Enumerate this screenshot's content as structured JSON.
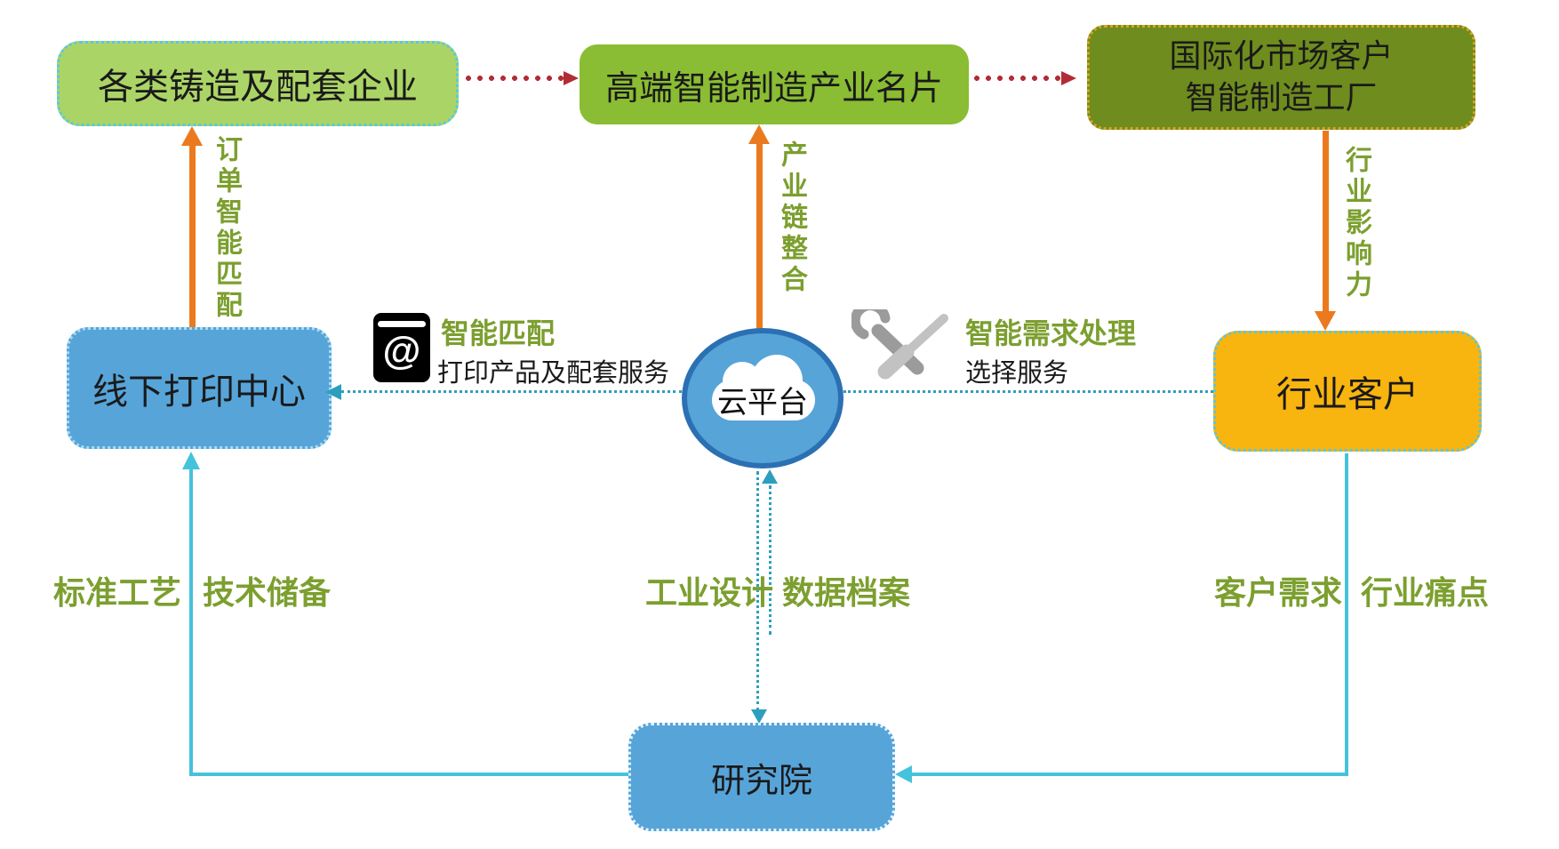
{
  "nodes": {
    "casting": "各类铸造及配套企业",
    "industry_card": "高端智能制造产业名片",
    "international": {
      "line1": "国际化市场客户",
      "line2": "智能制造工厂"
    },
    "print_center": "线下打印中心",
    "cloud_platform": "云平台",
    "industry_customer": "行业客户",
    "institute": "研究院"
  },
  "flow_labels": {
    "order_smart_match": "订单智能匹配",
    "industry_chain_integration": "产业链整合",
    "industry_influence": "行业影响力",
    "standard_craft": "标准工艺",
    "tech_reserve": "技术储备",
    "industrial_design": "工业设计",
    "data_archive": "数据档案",
    "customer_demand": "客户需求",
    "industry_pain_point": "行业痛点"
  },
  "annotations": {
    "smart_match": {
      "icon": "at-email-icon",
      "title": "智能匹配",
      "desc": "打印产品及配套服务",
      "at_glyph": "@"
    },
    "smart_demand": {
      "icon": "tools-icon",
      "title": "智能需求处理",
      "desc": "选择服务"
    }
  },
  "colors": {
    "light_green_box": "#ABD466",
    "green_box": "#8ABD33",
    "dark_green_box": "#6F8C1E",
    "blue_box": "#57A4D9",
    "amber_box": "#F8B40F",
    "ellipse_border": "#2B70B2",
    "orange_arrow": "#EB7A1E",
    "red_dotted_arrow": "#B22C35",
    "green_label_text": "#7C9F2F",
    "teal_solid_line": "#45C2DC",
    "teal_dotted_line": "#2D9FBE"
  }
}
